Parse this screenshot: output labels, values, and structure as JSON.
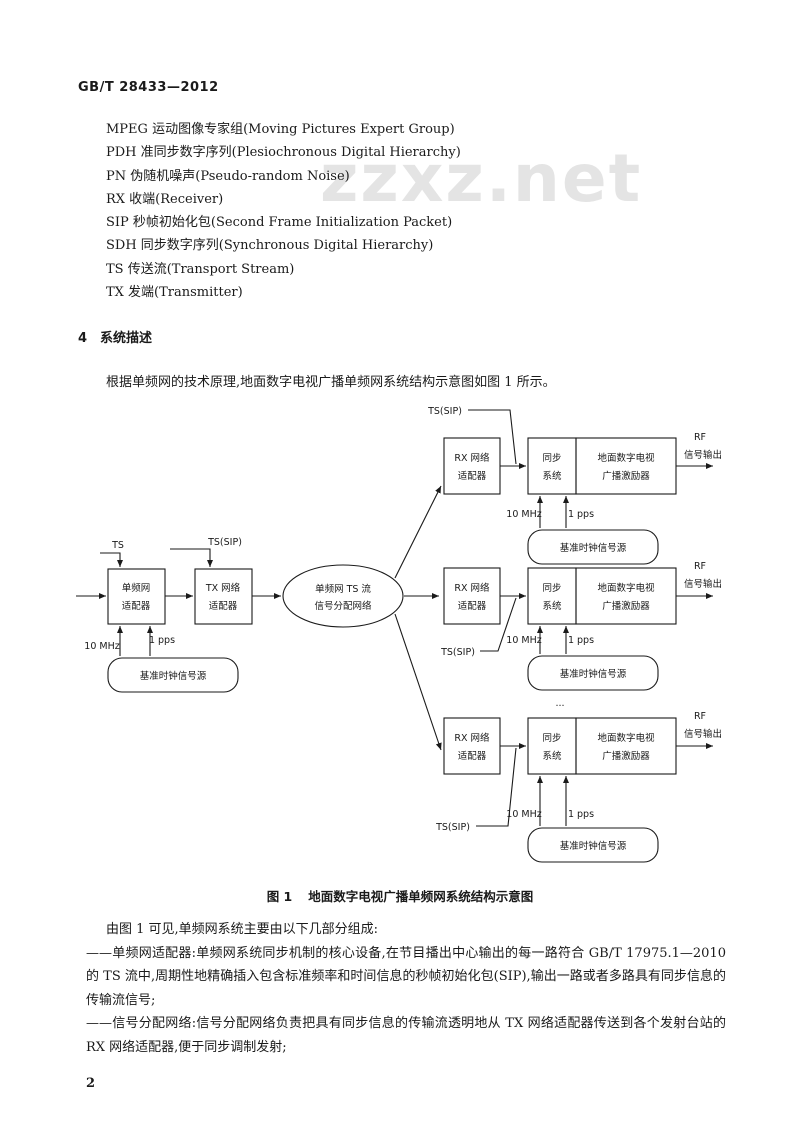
{
  "header": {
    "doc_id": "GB/T 28433—2012"
  },
  "watermark": "zzxz.net",
  "abbreviations": [
    "MPEG 运动图像专家组(Moving Pictures Expert Group)",
    "PDH 准同步数字序列(Plesiochronous Digital Hierarchy)",
    "PN 伪随机噪声(Pseudo-random Noise)",
    "RX 收端(Receiver)",
    "SIP 秒帧初始化包(Second Frame Initialization Packet)",
    "SDH 同步数字序列(Synchronous Digital Hierarchy)",
    "TS 传送流(Transport Stream)",
    "TX 发端(Transmitter)"
  ],
  "section": {
    "number": "4",
    "title": "系统描述"
  },
  "intro": "根据单频网的技术原理,地面数字电视广播单频网系统结构示意图如图 1 所示。",
  "diagram": {
    "ts": "TS",
    "ts_sip": "TS(SIP)",
    "sfn_adapter": [
      "单频网",
      "适配器"
    ],
    "tx_adapter": [
      "TX 网络",
      "适配器"
    ],
    "distribution": [
      "单频网 TS 流",
      "信号分配网络"
    ],
    "rx_adapter": [
      "RX 网络",
      "适配器"
    ],
    "sync": [
      "同步",
      "系统"
    ],
    "exciter": [
      "地面数字电视",
      "广播激励器"
    ],
    "rf_out": [
      "RF",
      "信号输出"
    ],
    "clock": "基准时钟信号源",
    "f10": "10 MHz",
    "pps": "1 pps",
    "ellipsis": "..."
  },
  "figure": {
    "number": "图 1",
    "title": "地面数字电视广播单频网系统结构示意图"
  },
  "body": {
    "lead": "由图 1 可见,单频网系统主要由以下几部分组成:",
    "items": [
      "——单频网适配器:单频网系统同步机制的核心设备,在节目播出中心输出的每一路符合 GB/T 17975.1—2010 的 TS 流中,周期性地精确插入包含标准频率和时间信息的秒帧初始化包(SIP),输出一路或者多路具有同步信息的传输流信号;",
      "——信号分配网络:信号分配网络负责把具有同步信息的传输流透明地从 TX 网络适配器传送到各个发射台站的 RX 网络适配器,便于同步调制发射;"
    ]
  },
  "page_number": "2"
}
